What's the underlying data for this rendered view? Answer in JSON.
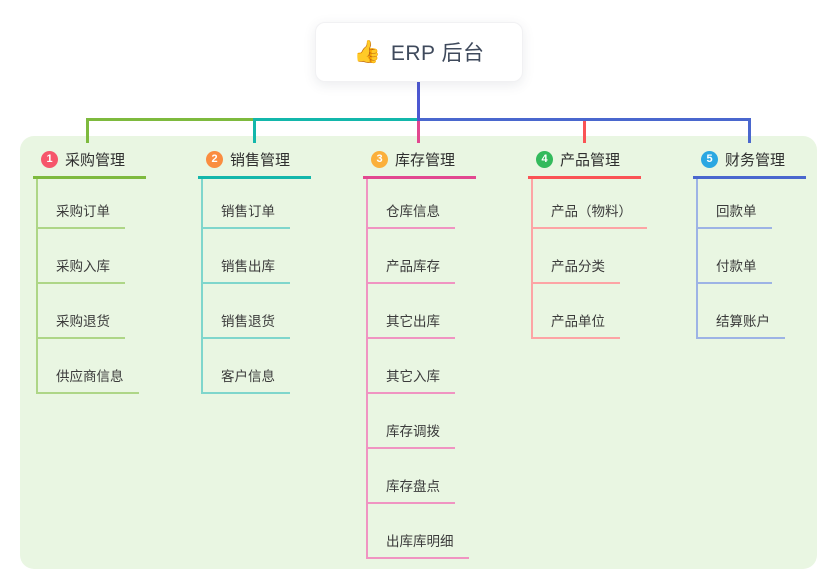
{
  "root": {
    "icon": "👍",
    "label": "ERP 后台"
  },
  "connector": {
    "root_color": "#4d58d2"
  },
  "branches": [
    {
      "number": "1",
      "label": "采购管理",
      "badge_color": "#f6566b",
      "line_color": "#7eba3e",
      "light_color": "#aed687",
      "items": [
        "采购订单",
        "采购入库",
        "采购退货",
        "供应商信息"
      ]
    },
    {
      "number": "2",
      "label": "销售管理",
      "badge_color": "#fa8d40",
      "line_color": "#13b7ab",
      "light_color": "#7fd6cc",
      "items": [
        "销售订单",
        "销售出库",
        "销售退货",
        "客户信息"
      ]
    },
    {
      "number": "3",
      "label": "库存管理",
      "badge_color": "#fbb03b",
      "line_color": "#e24890",
      "light_color": "#f094c2",
      "items": [
        "仓库信息",
        "产品库存",
        "其它出库",
        "其它入库",
        "库存调拨",
        "库存盘点",
        "出库库明细"
      ]
    },
    {
      "number": "4",
      "label": "产品管理",
      "badge_color": "#33ba5c",
      "line_color": "#fa5355",
      "light_color": "#fda4a5",
      "items": [
        "产品（物料）",
        "产品分类",
        "产品单位"
      ]
    },
    {
      "number": "5",
      "label": "财务管理",
      "badge_color": "#2aa7e2",
      "line_color": "#4a67ce",
      "light_color": "#9db3e5",
      "items": [
        "回款单",
        "付款单",
        "结算账户"
      ]
    }
  ]
}
